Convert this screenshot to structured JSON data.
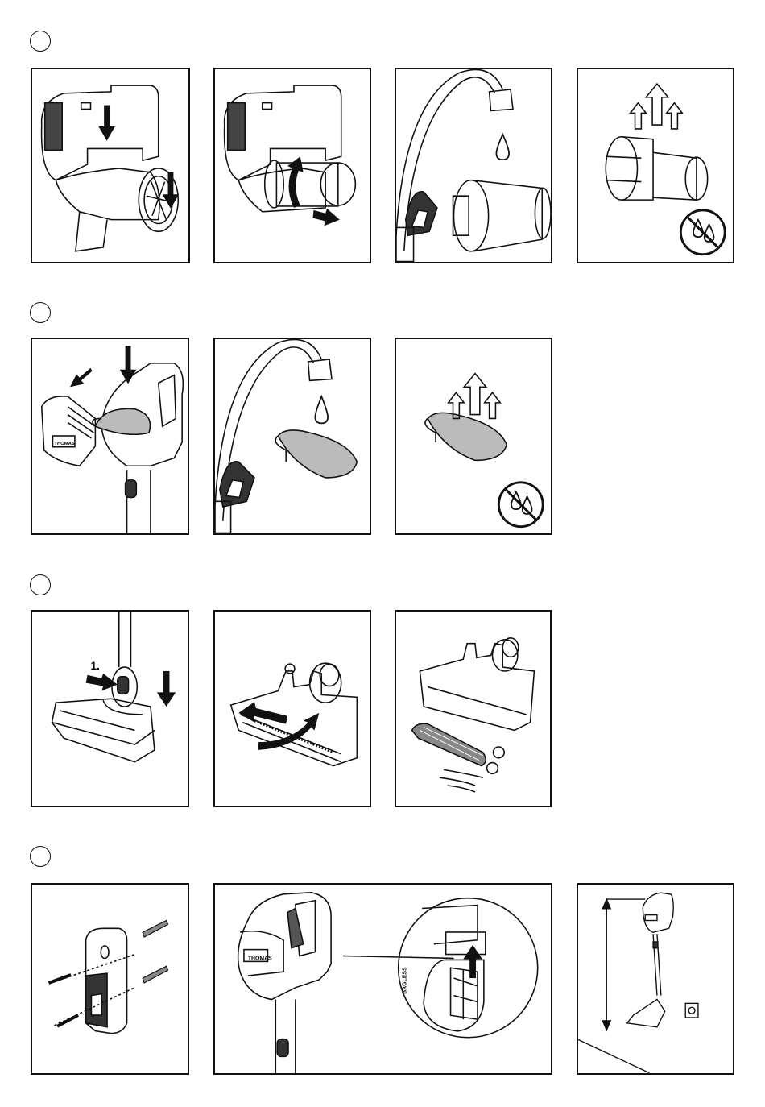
{
  "sections": [
    {
      "id": "s1",
      "panels": [
        "filter-remove",
        "filter-open",
        "filter-rinse",
        "filter-dry"
      ]
    },
    {
      "id": "s2",
      "panels": [
        "mesh-remove",
        "mesh-rinse",
        "mesh-dry"
      ]
    },
    {
      "id": "s3",
      "panels": [
        "nozzle-release",
        "brush-unlock",
        "brush-remove"
      ]
    },
    {
      "id": "s4",
      "panels": [
        "wall-mount",
        "hang-device",
        "storage-upright"
      ]
    }
  ],
  "labels": {
    "step_one": "1.",
    "brand": "THOMAS",
    "brand_side": "BAGLESS"
  },
  "icons": [
    "down-arrow-icon",
    "rotate-arrow-icon",
    "right-arrow-icon",
    "water-drop-icon",
    "steam-arrows-icon",
    "no-water-icon",
    "up-arrow-icon",
    "left-arrow-icon"
  ],
  "colors": {
    "ink": "#111111",
    "paper": "#ffffff",
    "mesh": "#bbbbbb"
  }
}
